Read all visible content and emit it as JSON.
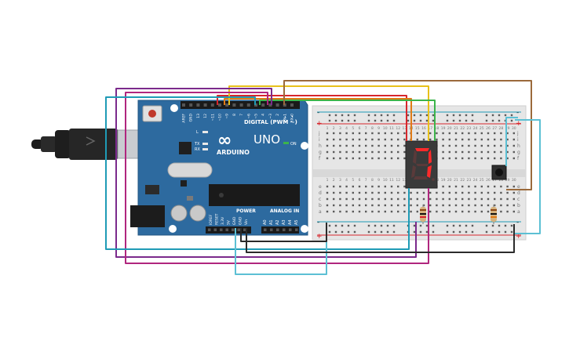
{
  "board": {
    "logo_symbol": "∞",
    "name": "UNO",
    "brand": "ARDUINO",
    "digital_label": "DIGITAL (PWM ~)",
    "power_label": "POWER",
    "analog_label": "ANALOG IN",
    "on_label": "ON",
    "tx_label": "TX",
    "rx_label": "RX",
    "l_label": "L",
    "digital_pins": [
      "AREF",
      "GND",
      "13",
      "12",
      "~11",
      "~10",
      "~9",
      "8",
      "7",
      "~6",
      "~5",
      "4",
      "~3",
      "2",
      "TX▸1",
      "RX◂0"
    ],
    "power_pins": [
      "IOREF",
      "RESET",
      "3.3V",
      "5V",
      "GND",
      "GND",
      "Vin"
    ],
    "analog_pins": [
      "A0",
      "A1",
      "A2",
      "A3",
      "A4",
      "A5"
    ]
  },
  "breadboard": {
    "row_letters_top": [
      "j",
      "i",
      "h",
      "g",
      "f"
    ],
    "row_letters_bottom": [
      "e",
      "d",
      "c",
      "b",
      "a"
    ],
    "column_numbers": [
      "1",
      "2",
      "3",
      "4",
      "5",
      "6",
      "7",
      "8",
      "9",
      "10",
      "11",
      "12",
      "13",
      "14",
      "15",
      "16",
      "17",
      "18",
      "19",
      "20",
      "21",
      "22",
      "23",
      "24",
      "25",
      "26",
      "27",
      "28",
      "29",
      "30"
    ],
    "rail_plus": "+",
    "rail_minus": "-"
  },
  "display": {
    "digit": "7",
    "segments_on": [
      "a",
      "b",
      "c"
    ]
  },
  "colors": {
    "board": "#2d6a9f",
    "wire_red": "#d7262c",
    "wire_orange": "#e07b16",
    "wire_yellow": "#e8c11a",
    "wire_green": "#3cb44b",
    "wire_brown": "#9b6a3b",
    "wire_purple": "#7b2a8c",
    "wire_magenta": "#b0267e",
    "wire_cyan": "#1f9bb6",
    "wire_lightblue": "#5cc0d4",
    "wire_black": "#2b2b2b"
  }
}
